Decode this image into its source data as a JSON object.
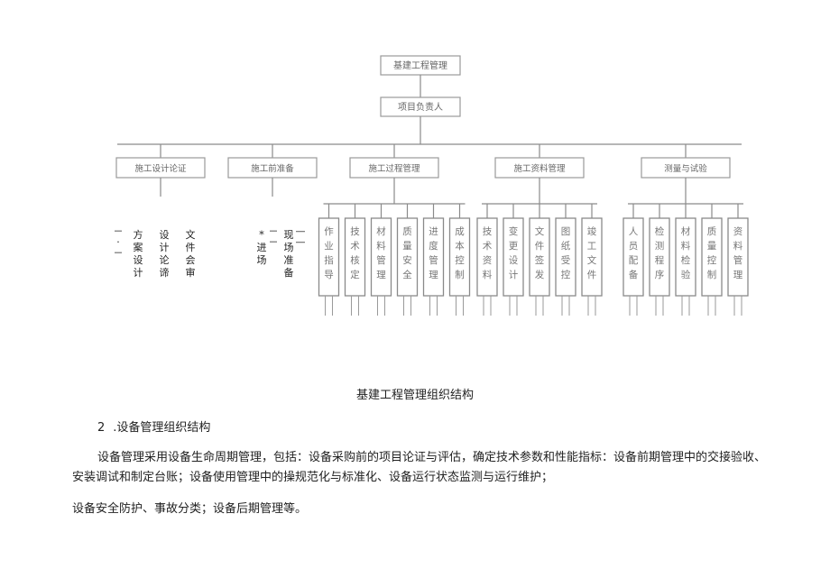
{
  "org_chart": {
    "root": "基建工程管理",
    "level2": "项目负责人",
    "categories": [
      {
        "label": "施工设计论证",
        "layout": "plain",
        "children": [
          {
            "label": "方案设计",
            "marks": "－·－"
          },
          {
            "label": "设计论谛",
            "marks": ""
          },
          {
            "label": "文件会审",
            "marks": ""
          }
        ]
      },
      {
        "label": "施工前准备",
        "layout": "plain",
        "children": [
          {
            "label": "*进场",
            "marks": "－－"
          },
          {
            "label": "现场准备",
            "marks": "——"
          }
        ]
      },
      {
        "label": "施工过程管理",
        "layout": "boxed",
        "children": [
          "作业指导",
          "技术核定",
          "材料管理",
          "质量安全",
          "进度管理",
          "成本控制"
        ]
      },
      {
        "label": "施工资料管理",
        "layout": "boxed",
        "children": [
          "技术资料",
          "变更设计",
          "文件签发",
          "图纸受控",
          "竣工文件"
        ]
      },
      {
        "label": "测量与试验",
        "layout": "boxed",
        "children": [
          "人员配备",
          "检测程序",
          "材料检验",
          "质量控制",
          "资料管理"
        ]
      }
    ]
  },
  "caption": "基建工程管理组织结构",
  "section": {
    "number": "2",
    "title": ".设备管理组织结构"
  },
  "paragraphs": [
    "设备管理采用设备生命周期管理，包括：设备采购前的项目论证与评估，确定技术参数和性能指标：设备前期管理中的交接验收、安装调试和制定台账；设备使用管理中的操规范化与标准化、设备运行状态监测与运行维护；",
    "设备安全防护、事故分类；设备后期管理等。"
  ]
}
